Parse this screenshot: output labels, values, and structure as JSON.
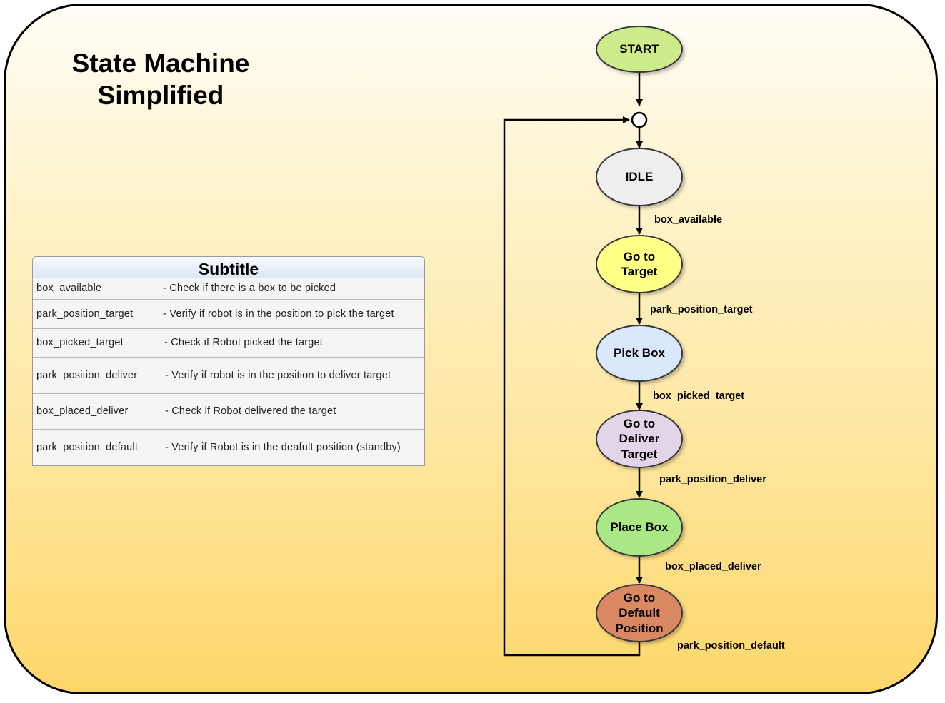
{
  "diagram": {
    "title": "State Machine Simplified",
    "title_lines": [
      "State Machine",
      "Simplified"
    ],
    "legend": {
      "heading": "Subtitle",
      "rows": [
        {
          "key": "box_available",
          "desc": "- Check if there is a box to be picked"
        },
        {
          "key": "park_position_target",
          "desc": "- Verify if robot is in the position to pick the target"
        },
        {
          "key": "box_picked_target",
          "desc": "- Check if Robot picked the target"
        },
        {
          "key": "park_position_deliver",
          "desc": "- Verify if robot is in the position to deliver target"
        },
        {
          "key": "box_placed_deliver",
          "desc": "- Check if Robot delivered the target"
        },
        {
          "key": "park_position_default",
          "desc": "- Verify if Robot is in the deafult position (standby)"
        }
      ]
    },
    "states": [
      {
        "id": "start",
        "label": "START",
        "color": "#cdeb8b"
      },
      {
        "id": "idle",
        "label": "IDLE",
        "color": "#eeeeee"
      },
      {
        "id": "go-to-target",
        "label": "Go to Target",
        "lines": [
          "Go to",
          "Target"
        ],
        "color": "#ffff88"
      },
      {
        "id": "pick-box",
        "label": "Pick Box",
        "color": "#dae8fc"
      },
      {
        "id": "go-to-deliver-target",
        "label": "Go to Deliver Target",
        "lines": [
          "Go to",
          "Deliver",
          "Target"
        ],
        "color": "#e1d5e7"
      },
      {
        "id": "place-box",
        "label": "Place Box",
        "color": "#a9e885"
      },
      {
        "id": "go-to-default-position",
        "label": "Go to Default Position",
        "lines": [
          "Go to",
          "Default",
          "Position"
        ],
        "color": "#d98862"
      }
    ],
    "transitions": [
      {
        "from": "start",
        "to": "junction",
        "label": ""
      },
      {
        "from": "junction",
        "to": "idle",
        "label": ""
      },
      {
        "from": "idle",
        "to": "go-to-target",
        "label": "box_available"
      },
      {
        "from": "go-to-target",
        "to": "pick-box",
        "label": "park_position_target"
      },
      {
        "from": "pick-box",
        "to": "go-to-deliver-target",
        "label": "box_picked_target"
      },
      {
        "from": "go-to-deliver-target",
        "to": "place-box",
        "label": "park_position_deliver"
      },
      {
        "from": "place-box",
        "to": "go-to-default-position",
        "label": "box_placed_deliver"
      },
      {
        "from": "go-to-default-position",
        "to": "junction",
        "label": "park_position_default"
      }
    ]
  }
}
